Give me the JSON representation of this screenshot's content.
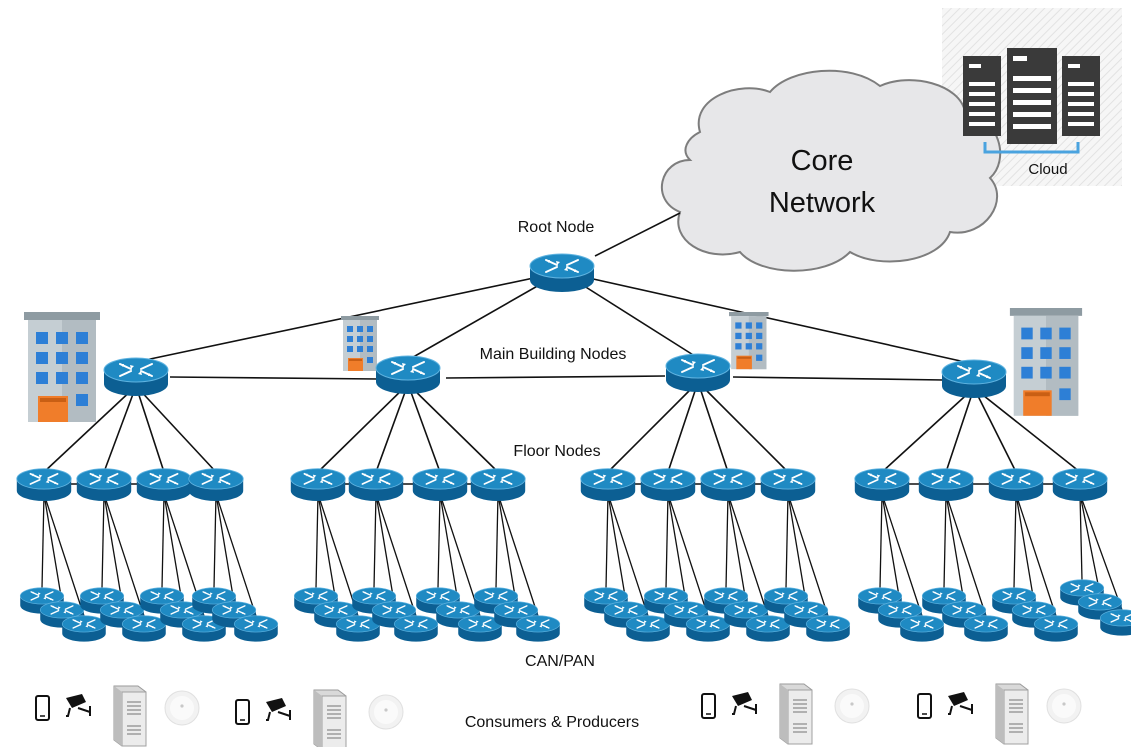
{
  "diagram": {
    "core_network_line1": "Core",
    "core_network_line2": "Network",
    "cloud_label": "Cloud",
    "root_node_label": "Root Node",
    "main_building_label": "Main Building Nodes",
    "floor_nodes_label": "Floor Nodes",
    "can_pan_label": "CAN/PAN",
    "consumers_label": "Consumers & Producers"
  },
  "colors": {
    "router_top": "#1f8ac3",
    "router_side": "#0c5f93",
    "cloud_fill": "#e7e7e9",
    "server_dark": "#3a3a3a",
    "building_window": "#2d7fd6",
    "building_door": "#f07d2a"
  },
  "icons": [
    "router-icon",
    "building-icon",
    "server-rack-icon",
    "smartphone-icon",
    "security-camera-icon",
    "tower-server-icon",
    "smart-sensor-icon"
  ]
}
